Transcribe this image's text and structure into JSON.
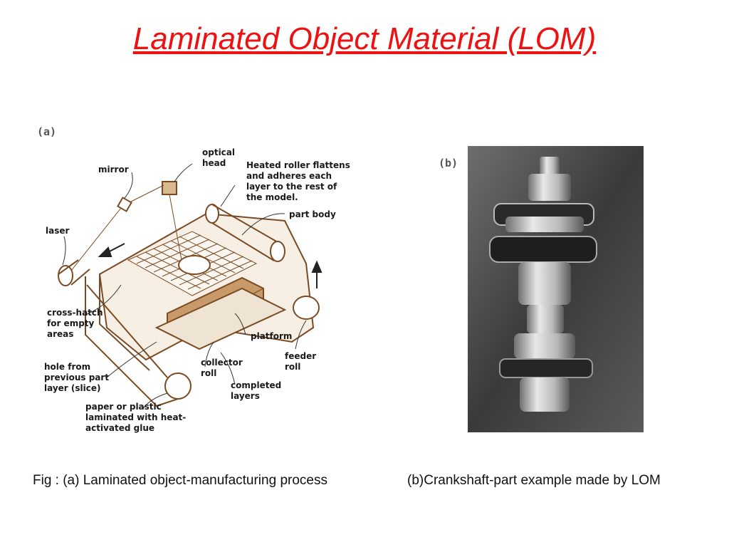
{
  "title": "Laminated Object Material (LOM)",
  "diagram": {
    "panel_label": "(a)",
    "labels": {
      "optical_head": [
        "optical",
        "head"
      ],
      "mirror": "mirror",
      "heated_roller": [
        "Heated roller flattens",
        "and adheres each",
        "layer to the rest of",
        "the model."
      ],
      "part_body": "part body",
      "laser": "laser",
      "cross_hatch": [
        "cross-hatch",
        "for empty",
        "areas"
      ],
      "platform": "platform",
      "feeder_roll": [
        "feeder",
        "roll"
      ],
      "hole": [
        "hole from",
        "previous part",
        "layer (slice)"
      ],
      "collector_roll": [
        "collector",
        "roll"
      ],
      "completed_layers": [
        "completed",
        "layers"
      ],
      "paper": [
        "paper or plastic",
        "laminated with heat-",
        "activated glue"
      ]
    }
  },
  "photo": {
    "panel_label": "(b)"
  },
  "caption": {
    "a": "Fig : (a) Laminated object-manufacturing process",
    "b": "(b)Crankshaft-part example made by LOM"
  },
  "colors": {
    "title": "#ee1111",
    "line_art": "#7a4a22"
  }
}
